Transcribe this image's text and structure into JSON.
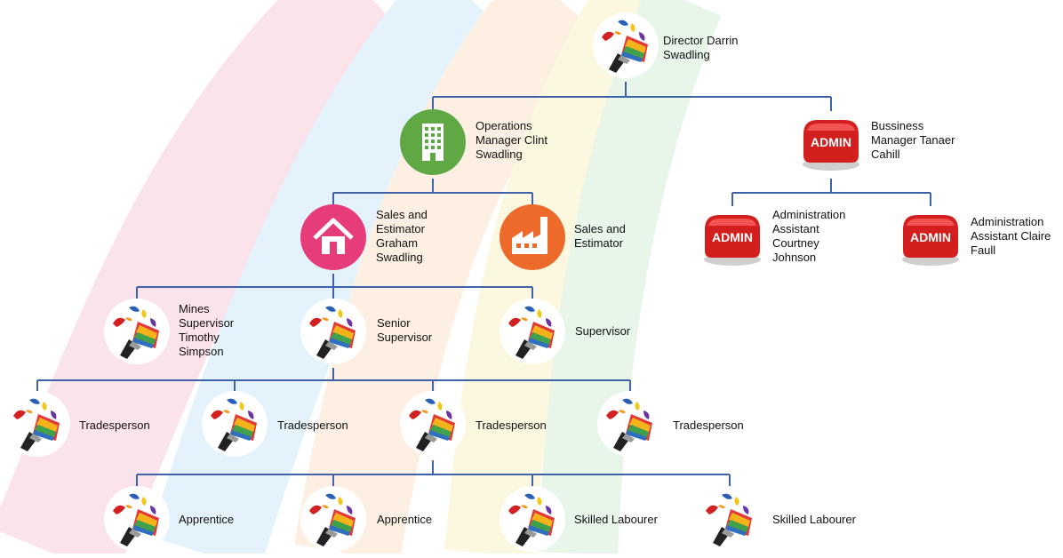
{
  "nodes": {
    "director": {
      "icon": "paintbrush-icon",
      "lines": [
        "Director Darrin",
        "Swadling"
      ]
    },
    "operations_manager": {
      "icon": "building-icon",
      "lines": [
        "Operations",
        "Manager Clint",
        "Swadling"
      ]
    },
    "business_manager": {
      "icon": "admin-icon",
      "badge": "ADMIN",
      "lines": [
        "Bussiness",
        "Manager Tanaer",
        "Cahill"
      ]
    },
    "sales_estimator_graham": {
      "icon": "house-icon",
      "lines": [
        "Sales and",
        "Estimator",
        "Graham",
        "Swadling"
      ]
    },
    "sales_estimator": {
      "icon": "factory-icon",
      "lines": [
        "Sales and",
        "Estimator"
      ]
    },
    "admin_assistant_courtney": {
      "icon": "admin-icon",
      "badge": "ADMIN",
      "lines": [
        "Administration",
        "Assistant",
        "Courtney",
        "Johnson"
      ]
    },
    "admin_assistant_claire": {
      "icon": "admin-icon",
      "badge": "ADMIN",
      "lines": [
        "Administration",
        "Assistant Claire",
        "Faull"
      ]
    },
    "mines_supervisor": {
      "icon": "paintbrush-icon",
      "lines": [
        "Mines",
        "Supervisor",
        "Timothy",
        "Simpson"
      ]
    },
    "senior_supervisor": {
      "icon": "paintbrush-icon",
      "lines": [
        "Senior",
        "Supervisor"
      ]
    },
    "supervisor": {
      "icon": "paintbrush-icon",
      "lines": [
        "Supervisor"
      ]
    },
    "tradesperson_1": {
      "icon": "paintbrush-icon",
      "lines": [
        "Tradesperson"
      ]
    },
    "tradesperson_2": {
      "icon": "paintbrush-icon",
      "lines": [
        "Tradesperson"
      ]
    },
    "tradesperson_3": {
      "icon": "paintbrush-icon",
      "lines": [
        "Tradesperson"
      ]
    },
    "tradesperson_4": {
      "icon": "paintbrush-icon",
      "lines": [
        "Tradesperson"
      ]
    },
    "apprentice_1": {
      "icon": "paintbrush-icon",
      "lines": [
        "Apprentice"
      ]
    },
    "apprentice_2": {
      "icon": "paintbrush-icon",
      "lines": [
        "Apprentice"
      ]
    },
    "skilled_labourer_1": {
      "icon": "paintbrush-icon",
      "lines": [
        "Skilled Labourer"
      ]
    },
    "skilled_labourer_2": {
      "icon": "paintbrush-icon",
      "lines": [
        "Skilled Labourer"
      ]
    }
  },
  "edges": [
    [
      "director",
      "operations_manager"
    ],
    [
      "director",
      "business_manager"
    ],
    [
      "operations_manager",
      "sales_estimator_graham"
    ],
    [
      "operations_manager",
      "sales_estimator"
    ],
    [
      "business_manager",
      "admin_assistant_courtney"
    ],
    [
      "business_manager",
      "admin_assistant_claire"
    ],
    [
      "sales_estimator_graham",
      "mines_supervisor"
    ],
    [
      "sales_estimator_graham",
      "senior_supervisor"
    ],
    [
      "sales_estimator_graham",
      "supervisor"
    ],
    [
      "senior_supervisor",
      "tradesperson_1"
    ],
    [
      "senior_supervisor",
      "tradesperson_2"
    ],
    [
      "senior_supervisor",
      "tradesperson_3"
    ],
    [
      "senior_supervisor",
      "tradesperson_4"
    ],
    [
      "tradesperson_3",
      "apprentice_1"
    ],
    [
      "tradesperson_3",
      "apprentice_2"
    ],
    [
      "tradesperson_3",
      "skilled_labourer_1"
    ],
    [
      "tradesperson_3",
      "skilled_labourer_2"
    ]
  ],
  "colors": {
    "connector": "#3f62a8",
    "operations_icon": "#5fa844",
    "house_icon": "#e63d7a",
    "factory_icon": "#ee6a2b",
    "admin_icon": "#d41f1f"
  }
}
